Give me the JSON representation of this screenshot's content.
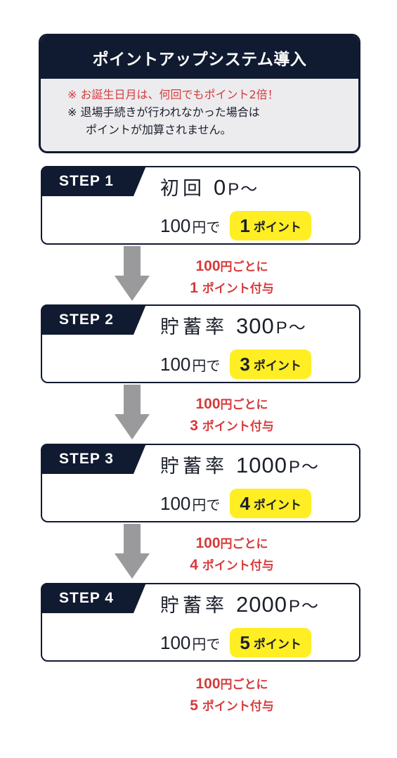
{
  "header": {
    "title": "ポイントアップシステム導入",
    "notes": [
      {
        "mark": "※",
        "text": "お誕生日月は、何回でもポイント2倍！"
      },
      {
        "mark": "※",
        "line1": "退場手続きが行われなかった場合は",
        "line2": "ポイントが加算されません。"
      }
    ]
  },
  "steps": [
    {
      "badge": "STEP 1",
      "rate_name": "初回",
      "rate_value": "0",
      "rate_suffix": "P～",
      "pay_amount": "100",
      "pay_unit": "円で",
      "points_value": "1",
      "points_label": "ポイント"
    },
    {
      "badge": "STEP 2",
      "rate_name": "貯蓄率",
      "rate_value": "300",
      "rate_suffix": "P～",
      "pay_amount": "100",
      "pay_unit": "円で",
      "points_value": "3",
      "points_label": "ポイント"
    },
    {
      "badge": "STEP 3",
      "rate_name": "貯蓄率",
      "rate_value": "1000",
      "rate_suffix": "P～",
      "pay_amount": "100",
      "pay_unit": "円で",
      "points_value": "4",
      "points_label": "ポイント"
    },
    {
      "badge": "STEP 4",
      "rate_name": "貯蓄率",
      "rate_value": "2000",
      "rate_suffix": "P～",
      "pay_amount": "100",
      "pay_unit": "円で",
      "points_value": "5",
      "points_label": "ポイント"
    }
  ],
  "bonuses": [
    {
      "amount": "100",
      "per": "円ごとに",
      "points": "1",
      "grant": "ポイント付与"
    },
    {
      "amount": "100",
      "per": "円ごとに",
      "points": "3",
      "grant": "ポイント付与"
    },
    {
      "amount": "100",
      "per": "円ごとに",
      "points": "4",
      "grant": "ポイント付与"
    },
    {
      "amount": "100",
      "per": "円ごとに",
      "points": "5",
      "grant": "ポイント付与"
    }
  ],
  "colors": {
    "navy": "#101a30",
    "highlight_yellow": "#ffee23",
    "accent_red": "#d63a3a",
    "arrow_gray": "#9a9a9c",
    "note_background": "#ececef"
  },
  "icons": {
    "step_connector": "down-arrow-icon"
  }
}
